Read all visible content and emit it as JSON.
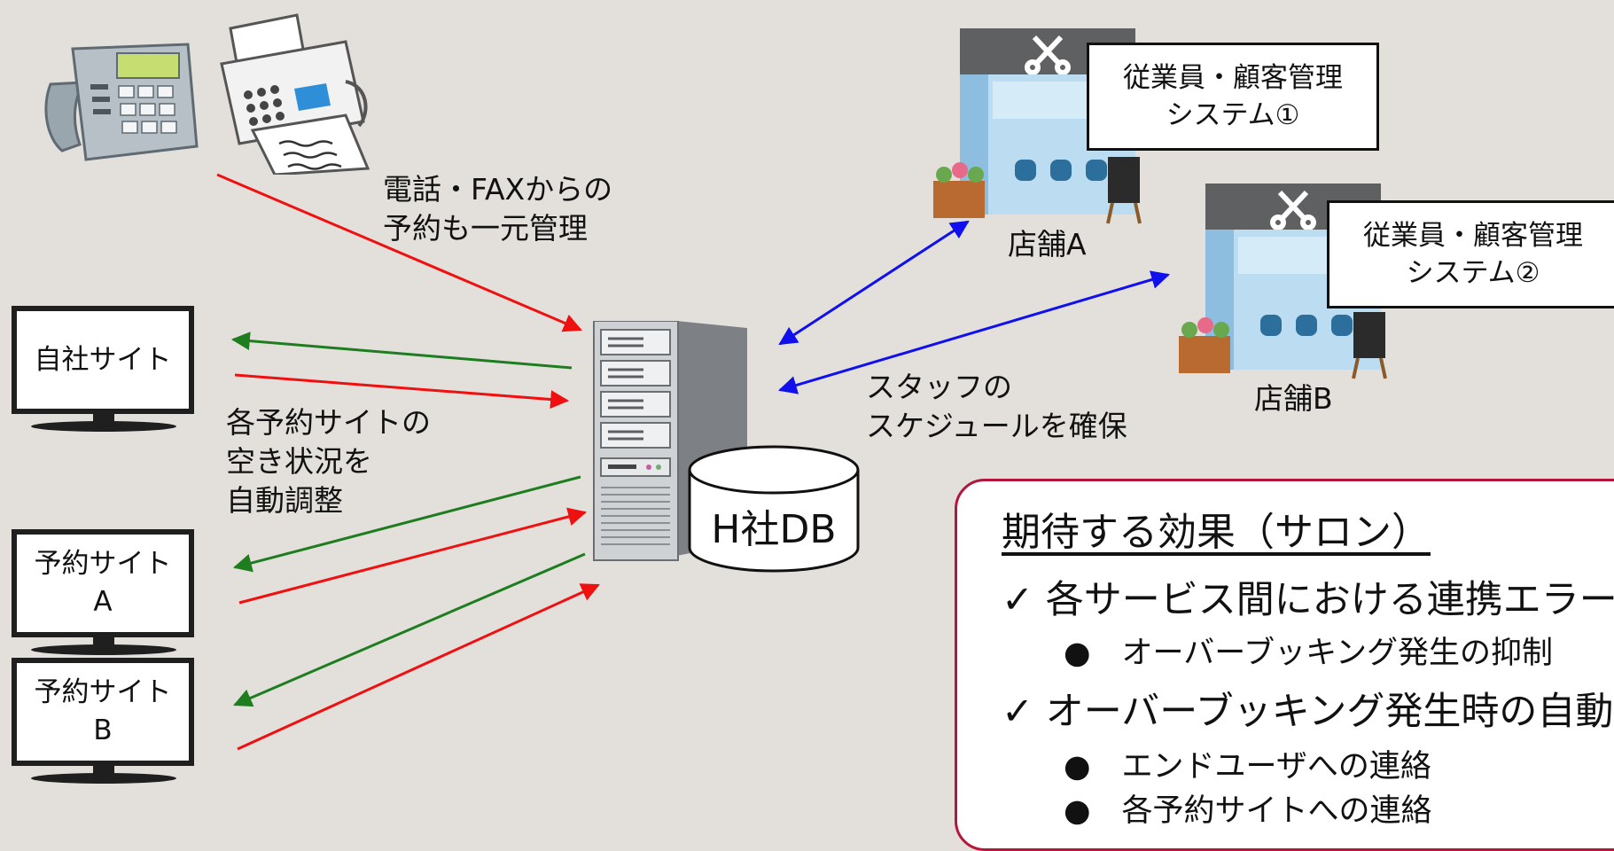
{
  "fax_label": "電話・FAXからの\n予約も一元管理",
  "own_site": "自社サイト",
  "availability_label": "各予約サイトの\n空き状況を\n自動調整",
  "site_a": "予約サイト\nA",
  "site_b": "予約サイト\nB",
  "db_label": "H社DB",
  "staff_label": "スタッフの\nスケジュールを確保",
  "store_a": "店舗A",
  "store_b": "店舗B",
  "system_1": "従業員・顧客管理\nシステム①",
  "system_2": "従業員・顧客管理\nシステム②",
  "effect": {
    "title": "期待する効果（サロン）",
    "item1": "✓ 各サービス間における連携エラー",
    "item1_sub": "●　オーバーブッキング発生の抑制",
    "item2": "✓ オーバーブッキング発生時の自動",
    "item2_sub1": "●　エンドユーザへの連絡",
    "item2_sub2": "●　各予約サイトへの連絡"
  },
  "colors": {
    "red": "#f01010",
    "green": "#1e7d1e",
    "blue": "#1010ef",
    "frame": "#b5163b"
  },
  "icons": [
    "telephone-icon",
    "fax-machine-icon",
    "server-tower-icon",
    "database-cylinder-icon",
    "salon-storefront-icon",
    "scissors-icon"
  ]
}
